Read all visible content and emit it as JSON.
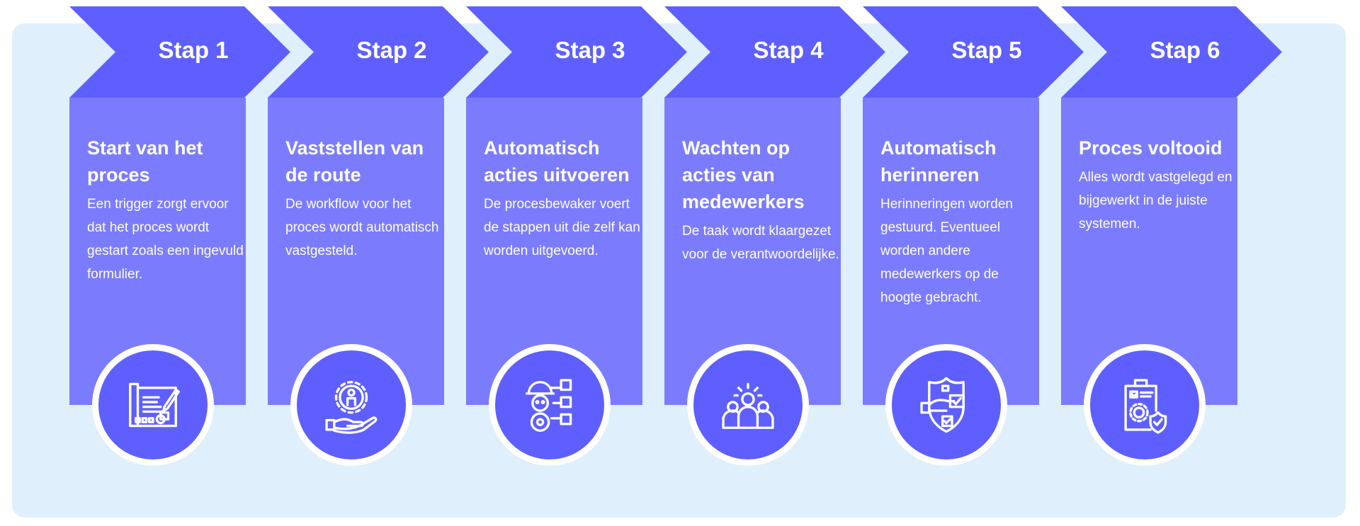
{
  "colors": {
    "header": "#5e5ffe",
    "body": "#7b7cfd",
    "background": "#dfeffc"
  },
  "steps": [
    {
      "label": "Stap 1",
      "title": "Start van het proces",
      "description": "Een trigger zorgt ervoor dat het proces wordt gestart zoals een ingevuld formulier.",
      "icon": "blueprint-pencil-icon"
    },
    {
      "label": "Stap 2",
      "title": "Vaststellen van de route",
      "description": "De workflow voor het proces wordt automatisch vastgesteld.",
      "icon": "hand-gear-person-icon"
    },
    {
      "label": "Stap 3",
      "title": "Automatisch acties uitvoeren",
      "description": "De procesbewaker voert de stappen uit die zelf kan worden uitgevoerd.",
      "icon": "robot-worker-boxes-icon"
    },
    {
      "label": "Stap 4",
      "title": "Wachten op acties van medewerkers",
      "description": "De taak wordt klaargezet voor de verantwoordelijke.",
      "icon": "team-idea-icon"
    },
    {
      "label": "Stap 5",
      "title": "Automatisch herinneren",
      "description": "Herinneringen worden gestuurd. Eventueel worden andere medewerkers op de hoogte gebracht.",
      "icon": "shield-hand-checklist-icon"
    },
    {
      "label": "Stap 6",
      "title": "Proces voltooid",
      "description": "Alles wordt vastgelegd en bijgewerkt in de juiste systemen.",
      "icon": "clipboard-gear-shield-icon"
    }
  ]
}
